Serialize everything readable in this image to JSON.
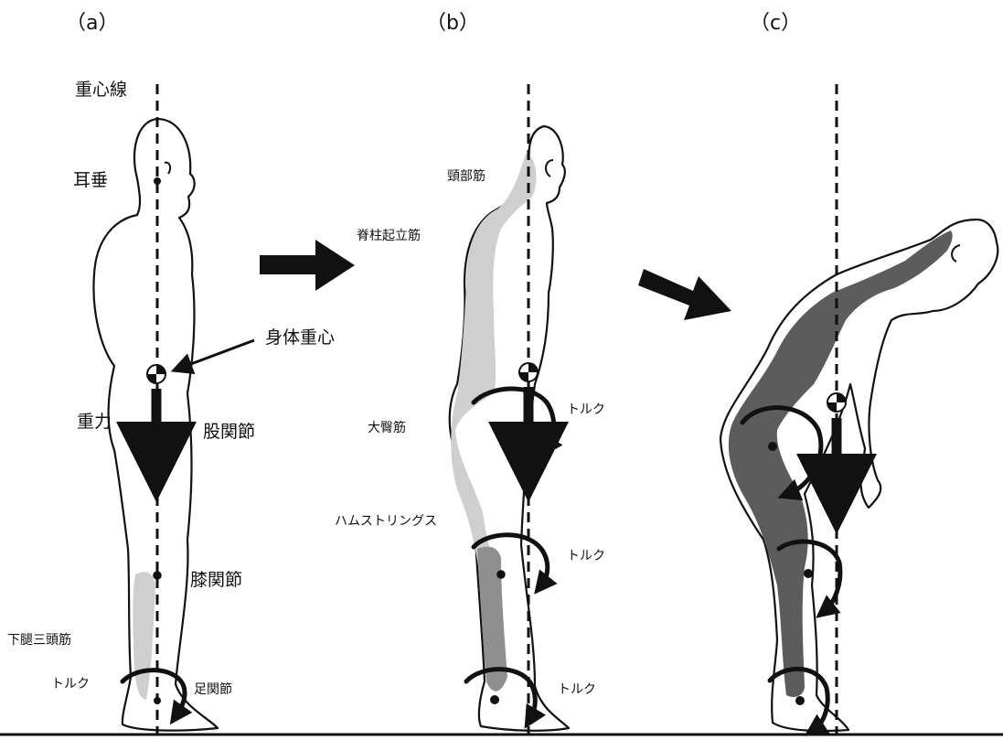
{
  "panels": {
    "a": {
      "label": "（a）",
      "gravity_line": "重心線",
      "earlobe": "耳垂",
      "body_cog": "身体重心",
      "gravity": "重力",
      "hip": "股関節",
      "knee": "膝関節",
      "calf": "下腿三頭筋",
      "torque": "トルク",
      "ankle": "足関節"
    },
    "b": {
      "label": "（b）",
      "neck_muscles": "頸部筋",
      "erector_spinae": "脊柱起立筋",
      "gluteus": "大臀筋",
      "hamstrings": "ハムストリングス",
      "torque_hip": "トルク",
      "torque_knee": "トルク",
      "torque_ankle": "トルク"
    },
    "c": {
      "label": "（c）"
    }
  },
  "colors": {
    "muscle_light": "#cfcfcf",
    "muscle_mid": "#8f8f8f",
    "muscle_dark": "#5c5c5c",
    "outline": "#111111"
  }
}
